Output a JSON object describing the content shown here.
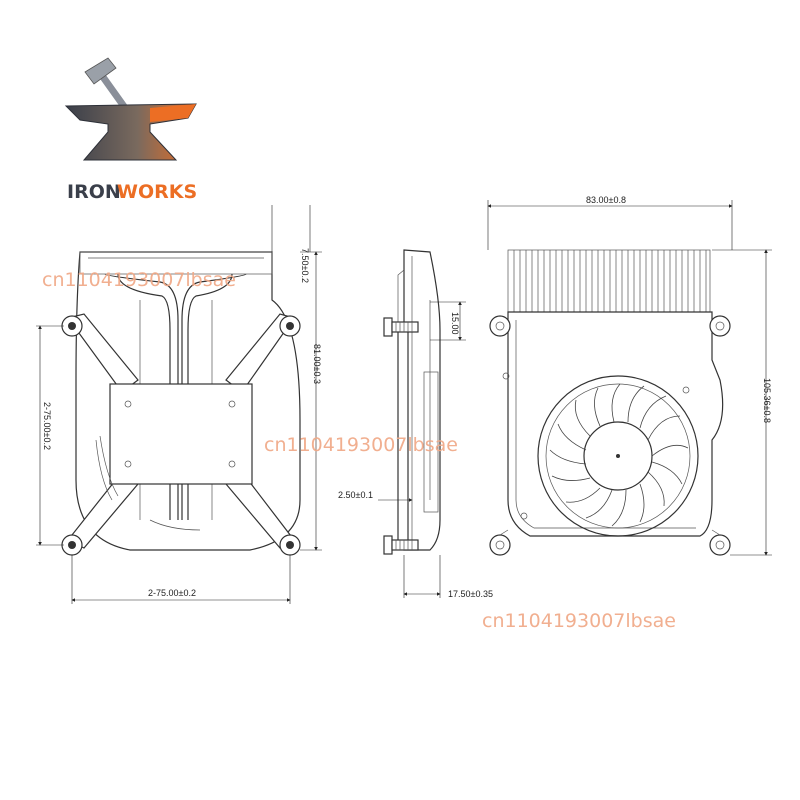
{
  "logo": {
    "word_part1": "IRON",
    "word_part2": "WORKS",
    "dark_color": "#3a3f4a",
    "accent_color": "#ec6e24",
    "icon": "anvil-hammer-icon"
  },
  "dimensions": {
    "fin_offset": "7.50±0.2",
    "height_81": "81.00±0.3",
    "hole_vertical": "2-75.00±0.2",
    "hole_horizontal": "2-75.00±0.2",
    "side_15": "15.00",
    "side_2_50": "2.50±0.1",
    "side_17_50": "17.50±0.35",
    "fan_width": "83.00±0.8",
    "fan_height": "105.36±0.8"
  },
  "watermarks": [
    "cn1104193007lbsae",
    "cn1104193007lbsae",
    "cn1104193007lbsae"
  ]
}
